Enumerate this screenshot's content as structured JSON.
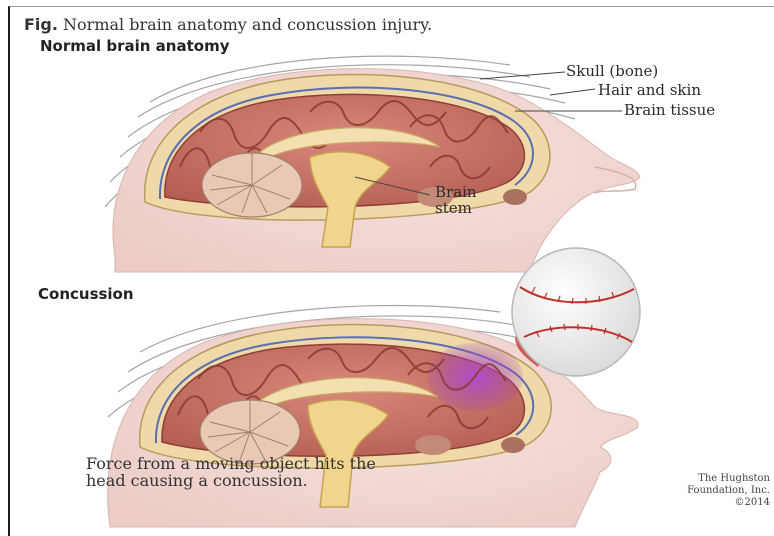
{
  "figure": {
    "prefix": "Fig.",
    "title": "Normal brain anatomy and concussion injury."
  },
  "normal": {
    "heading": "Normal brain anatomy",
    "labels": {
      "skull": "Skull (bone)",
      "hair_skin": "Hair and skin",
      "brain_tissue": "Brain tissue",
      "brain_stem_line1": "Brain",
      "brain_stem_line2": "stem"
    }
  },
  "concussion": {
    "heading": "Concussion",
    "caption": "Force from a moving object hits the head causing a concussion."
  },
  "credit": {
    "line1": "The Hughston",
    "line2": "Foundation, Inc.",
    "line3": "©2014"
  },
  "colors": {
    "skin": "#f3dcd8",
    "skull": "#efd9a8",
    "brain": "#cd7668",
    "brain_dark": "#a84f45",
    "stem": "#f1d48d",
    "bruise": "#9b3fb5",
    "hair": "#8d8d8d"
  }
}
